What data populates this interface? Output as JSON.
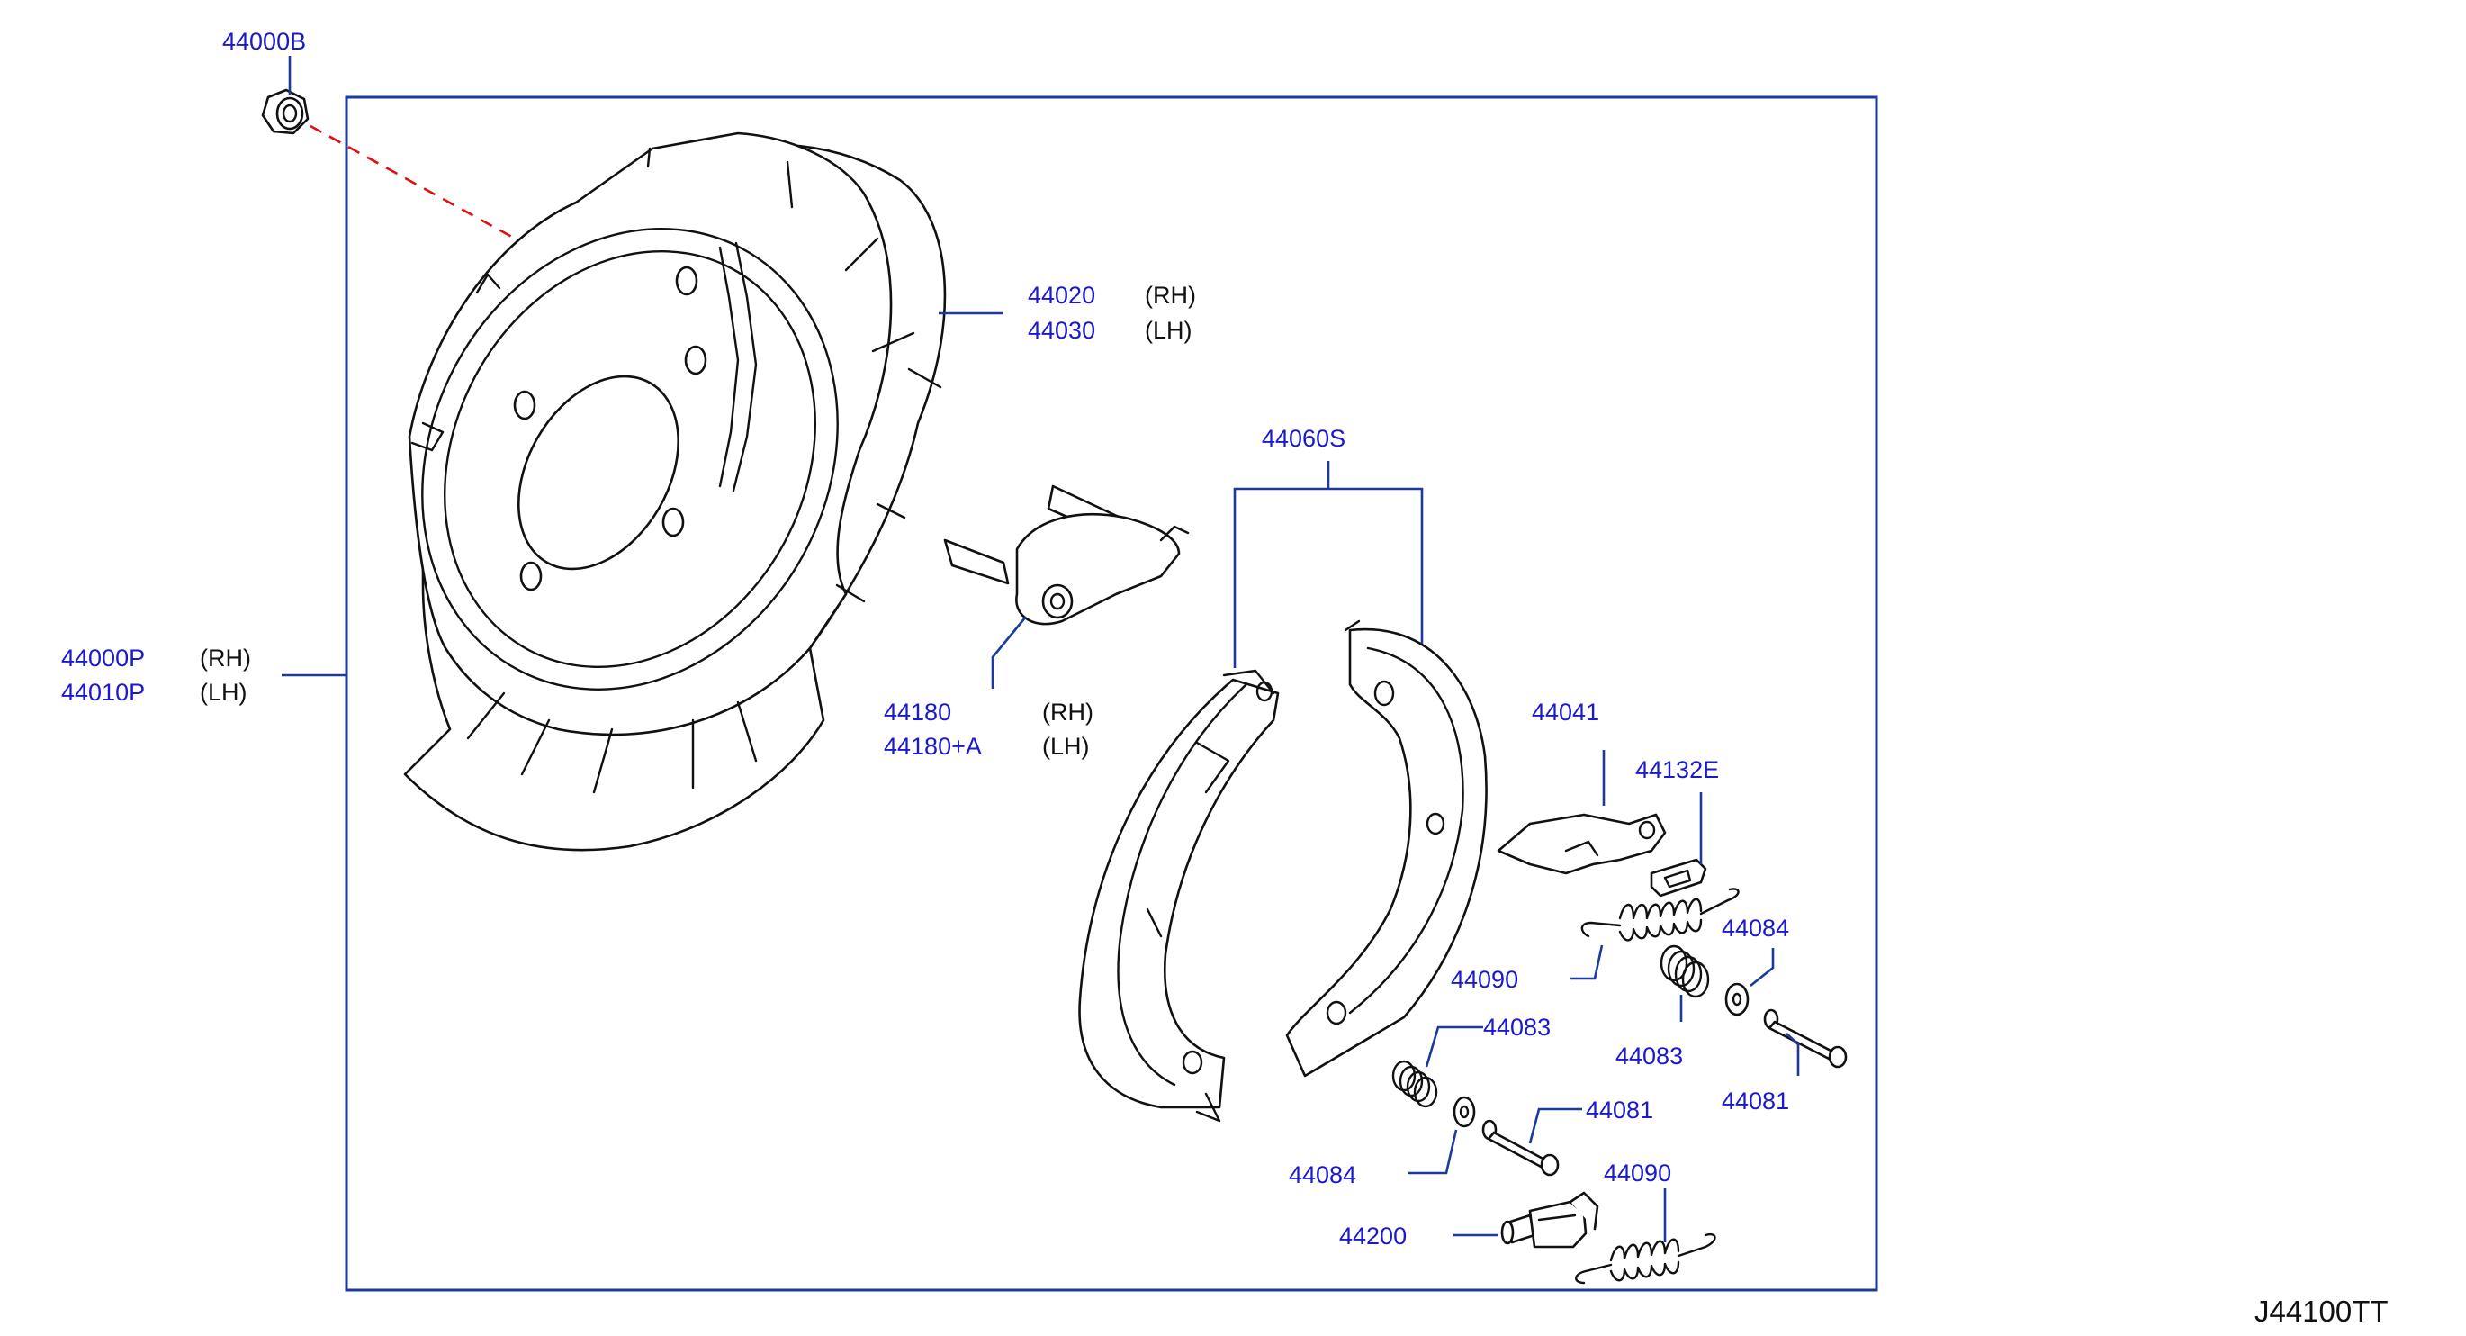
{
  "diagram_code": "J44100TT",
  "callouts": {
    "nut": {
      "part": "44000B"
    },
    "back_plate": {
      "part_rh": "44000P",
      "side_rh": "(RH)",
      "part_lh": "44010P",
      "side_lh": "(LH)"
    },
    "shield": {
      "part_rh": "44020",
      "side_rh": "(RH)",
      "part_lh": "44030",
      "side_lh": "(LH)"
    },
    "toggle_lever": {
      "part_rh": "44180",
      "side_rh": "(RH)",
      "part_lh": "44180+A",
      "side_lh": "(LH)"
    },
    "shoe_set": {
      "part": "44060S"
    },
    "lever": {
      "part": "44041"
    },
    "clip": {
      "part": "44132E"
    },
    "spring_upper": {
      "part": "44090"
    },
    "retainer_spring_right": {
      "part": "44083"
    },
    "washer_right": {
      "part": "44084"
    },
    "pin_right": {
      "part": "44081"
    },
    "retainer_spring_left": {
      "part": "44083"
    },
    "washer_left": {
      "part": "44084"
    },
    "pin_left": {
      "part": "44081"
    },
    "spring_lower": {
      "part": "44090"
    },
    "adjuster": {
      "part": "44200"
    }
  },
  "colors": {
    "label": "#1a1acc",
    "leader": "#1a3a9e",
    "hidden_line": "#e01010",
    "outline": "#111111"
  }
}
